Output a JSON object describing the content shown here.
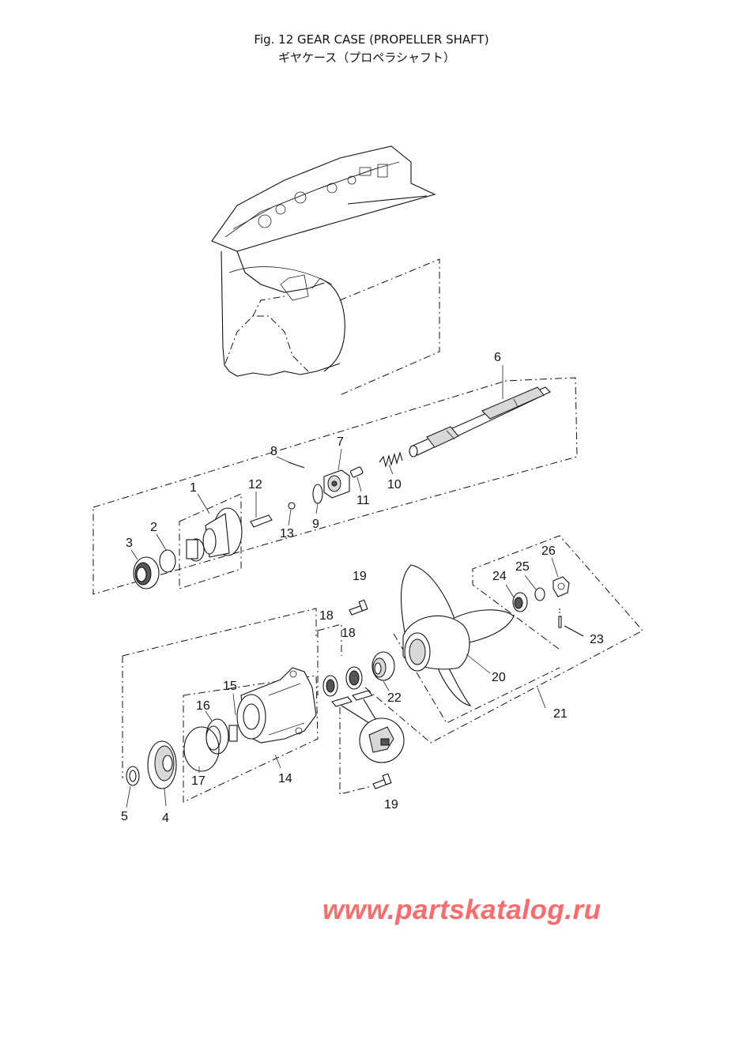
{
  "figure": {
    "title_en": "Fig. 12  GEAR CASE (PROPELLER SHAFT)",
    "title_jp": "ギヤケース（プロペラシャフト）"
  },
  "watermark": "www.partskatalog.ru",
  "callouts": [
    "1",
    "2",
    "3",
    "4",
    "5",
    "6",
    "7",
    "8",
    "9",
    "10",
    "11",
    "12",
    "13",
    "14",
    "15",
    "16",
    "17",
    "18",
    "18",
    "19",
    "19",
    "20",
    "21",
    "22",
    "23",
    "24",
    "25",
    "26"
  ],
  "colors": {
    "line": "#111111",
    "watermark": "#ff6b6b"
  }
}
